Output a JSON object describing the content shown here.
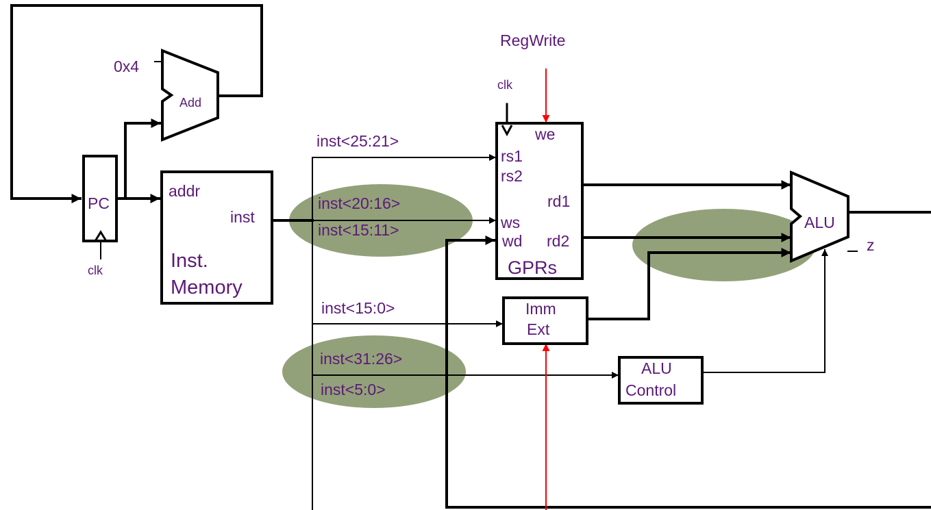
{
  "diagram": {
    "signals": {
      "regwrite": "RegWrite",
      "clk_gpr": "clk",
      "clk_pc": "clk",
      "const": "0x4"
    },
    "blocks": {
      "pc": "PC",
      "add": "Add",
      "mem_addr": "addr",
      "mem_inst": "inst",
      "mem_title1": "Inst.",
      "mem_title2": "Memory",
      "gpr_we": "we",
      "gpr_rs1": "rs1",
      "gpr_rs2": "rs2",
      "gpr_rd1": "rd1",
      "gpr_ws": "ws",
      "gpr_wd": "wd",
      "gpr_rd2": "rd2",
      "gpr_title": "GPRs",
      "imm1": "Imm",
      "imm2": "Ext",
      "aluc1": "ALU",
      "aluc2": "Control",
      "alu": "ALU",
      "z": "z"
    },
    "fields": {
      "f1": "inst<25:21>",
      "f2": "inst<20:16>",
      "f3": "inst<15:11>",
      "f4": "inst<15:0>",
      "f5": "inst<31:26>",
      "f6": "inst<5:0>"
    },
    "colors": {
      "text": "#5b1a78",
      "control": "#ff0000",
      "highlight": "#87976b"
    }
  }
}
